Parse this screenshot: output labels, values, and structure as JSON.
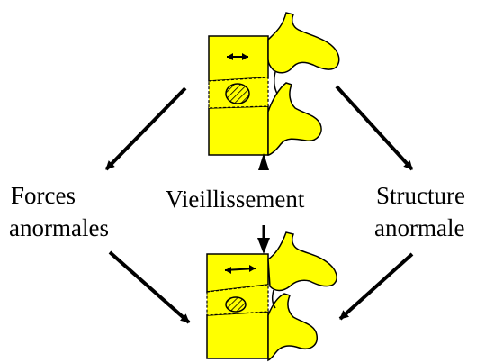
{
  "labels": {
    "left_line1": "Forces",
    "left_line2": "anormales",
    "center": "Vieillissement",
    "right_line1": "Structure",
    "right_line2": "anormale"
  },
  "colors": {
    "bone": "#ffff00",
    "outline": "#000000",
    "arrow": "#000000",
    "hatch": "#000000"
  }
}
